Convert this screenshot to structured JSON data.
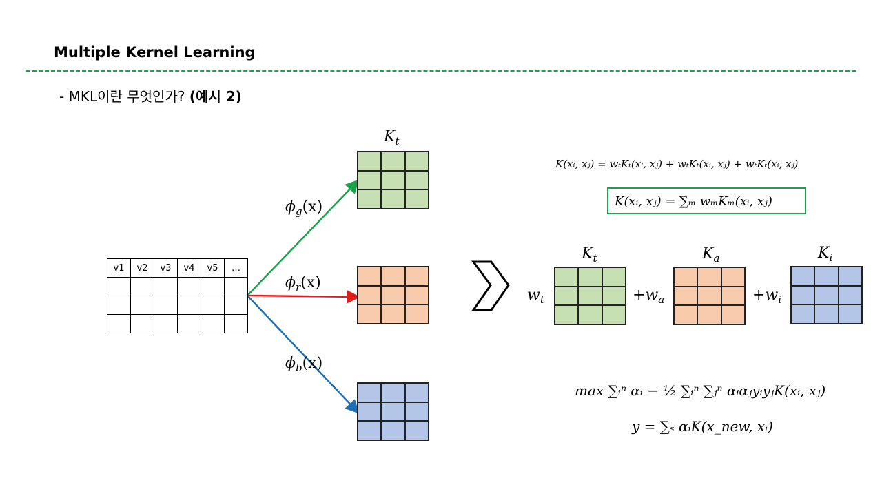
{
  "header": {
    "title": "Multiple Kernel Learning",
    "subtitle_text": "- MKL이란 무엇인가? ",
    "subtitle_bold": "(예시 2)"
  },
  "table": {
    "headers": [
      "v1",
      "v2",
      "v3",
      "v4",
      "v5",
      "…"
    ],
    "empty_rows": 3
  },
  "left_kernel_label": {
    "base": "K",
    "sub": "t"
  },
  "mappings": [
    {
      "symbol": "ϕ",
      "sub": "g",
      "arg": "(x)",
      "color": "#1aa34a"
    },
    {
      "symbol": "ϕ",
      "sub": "r",
      "arg": "(x)",
      "color": "#e21b1b"
    },
    {
      "symbol": "ϕ",
      "sub": "b",
      "arg": "(x)",
      "color": "#1f6fb5"
    }
  ],
  "kernel_colors": {
    "green": "#c6e0b4",
    "orange": "#f8cbad",
    "blue": "#b4c6e7"
  },
  "combination": {
    "terms": [
      {
        "weight_prefix": "",
        "weight_base": "w",
        "weight_sub": "t",
        "kernel_base": "K",
        "kernel_sub": "t"
      },
      {
        "weight_prefix": "+",
        "weight_base": "w",
        "weight_sub": "a",
        "kernel_base": "K",
        "kernel_sub": "a"
      },
      {
        "weight_prefix": "+",
        "weight_base": "w",
        "weight_sub": "i",
        "kernel_base": "K",
        "kernel_sub": "i"
      }
    ]
  },
  "formulas": {
    "expanded": "K(xᵢ, xⱼ) = wₜKₜ(xᵢ, xⱼ) + wₜKₜ(xᵢ, xⱼ) + wₜKₜ(xᵢ, xⱼ)",
    "boxed": "K(xᵢ, xⱼ) = ∑ₘ wₘKₘ(xᵢ, xⱼ)",
    "optimization": "max ∑ᵢⁿ αᵢ − ½ ∑ᵢⁿ ∑ⱼⁿ αᵢαⱼyᵢyⱼK(xᵢ, xⱼ)",
    "prediction": "y = ∑ₛ αᵢK(x_new, xᵢ)"
  }
}
